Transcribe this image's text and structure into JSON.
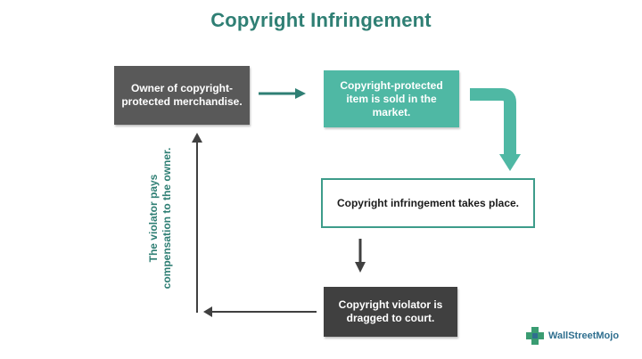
{
  "title": "Copyright Infringement",
  "nodes": {
    "owner": "Owner of copyright-protected merchandise.",
    "sold": "Copyright-protected item is sold in the market.",
    "infringement": "Copyright infringement takes place.",
    "court": "Copyright violator is dragged to court."
  },
  "edge_label": "The violator pays compensation to the owner.",
  "logo": {
    "text": "WallStreetMojo"
  },
  "colors": {
    "title": "#2f7f74",
    "accent_teal": "#4fb8a4",
    "dark_gray": "#595959",
    "darker_gray": "#404040"
  }
}
